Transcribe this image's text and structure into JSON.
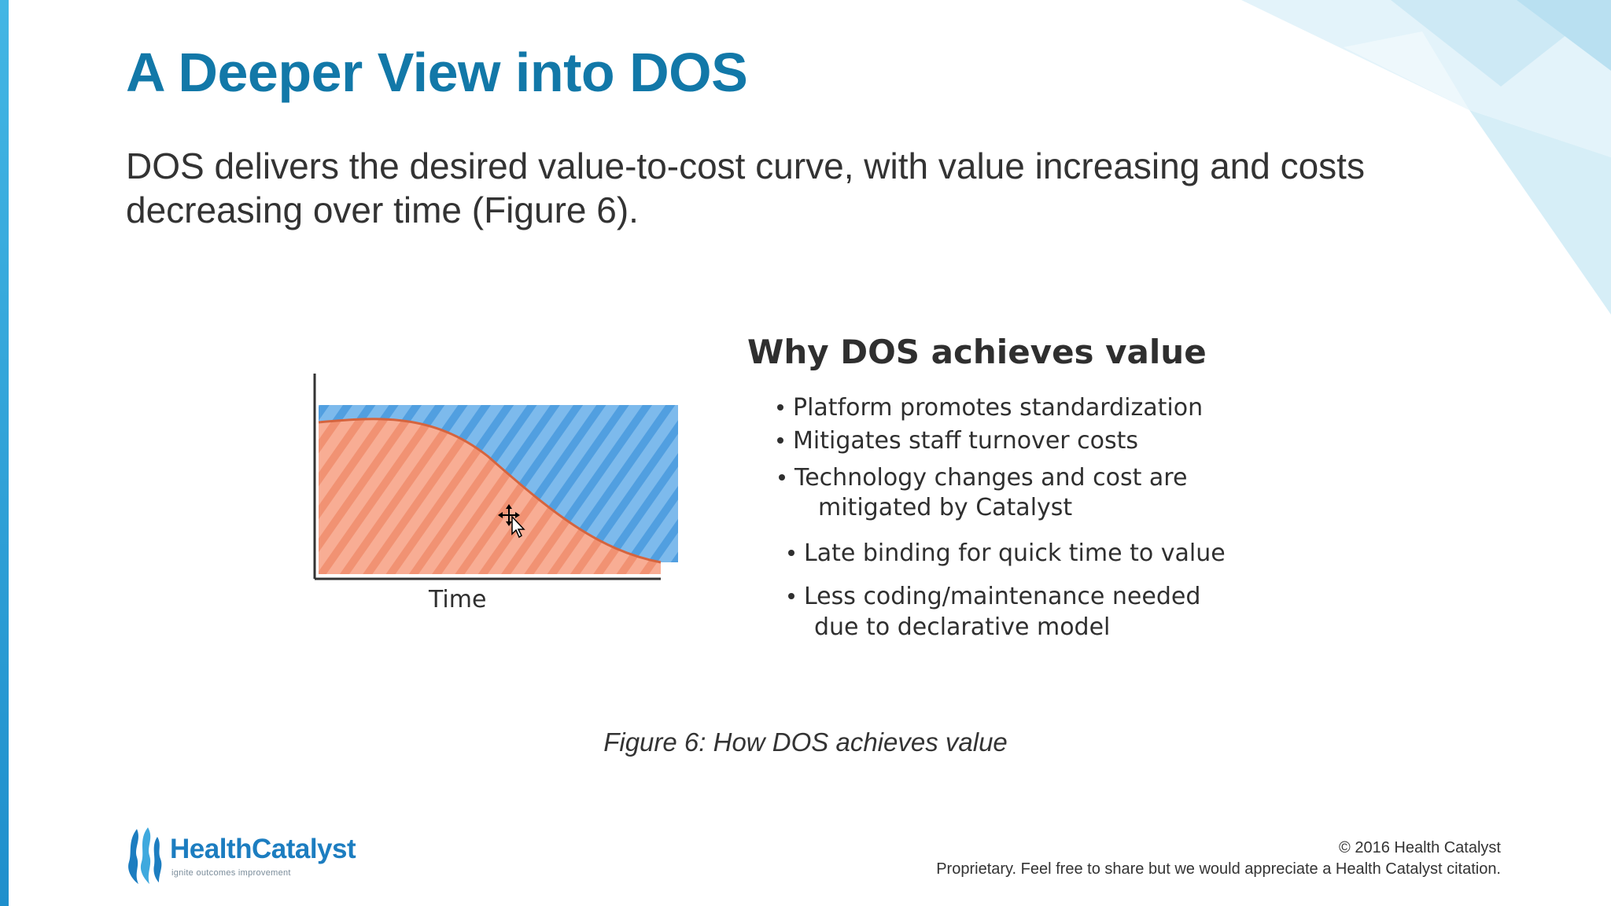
{
  "slide": {
    "title": "A Deeper View into DOS",
    "subtitle": "DOS delivers the desired value-to-cost curve, with value increasing and costs decreasing over time (Figure 6).",
    "caption": "Figure 6: How DOS achieves value"
  },
  "figure": {
    "axis_label": "Time",
    "heading": "Why DOS achieves value",
    "bullets": [
      "Platform promotes standardization",
      "Mitigates staff turnover costs",
      "Technology changes and cost are",
      "mitigated by Catalyst",
      "Late binding for quick time to value",
      "Less coding/maintenance needed",
      "due to declarative model"
    ],
    "colors": {
      "value": "#4d9fe0",
      "cost": "#f08a6a",
      "cost_line": "#d5643e"
    }
  },
  "footer": {
    "logo": {
      "name": "HealthCatalyst",
      "tagline": "ignite outcomes improvement"
    },
    "copyright": "© 2016 Health Catalyst",
    "notice": "Proprietary. Feel free to share but we would appreciate a Health Catalyst citation."
  },
  "theme": {
    "title_color": "#1278a8",
    "accent": "#2a9ad6"
  }
}
